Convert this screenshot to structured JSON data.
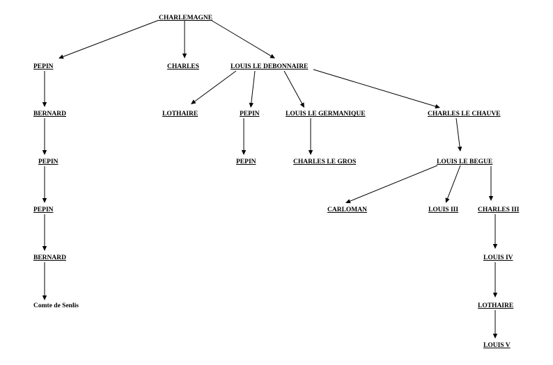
{
  "tree": {
    "nodes": [
      {
        "id": "charlemagne",
        "label": "CHARLEMAGNE",
        "underline": true
      },
      {
        "id": "pepin-1",
        "label": "PEPIN",
        "underline": true
      },
      {
        "id": "charles-1",
        "label": "CHARLES",
        "underline": true
      },
      {
        "id": "louis-le-debonnaire",
        "label": "LOUIS LE DEBONNAIRE",
        "underline": true
      },
      {
        "id": "bernard-1",
        "label": "BERNARD",
        "underline": true
      },
      {
        "id": "lothaire-1",
        "label": "LOTHAIRE",
        "underline": true
      },
      {
        "id": "pepin-2",
        "label": "PEPIN",
        "underline": true
      },
      {
        "id": "louis-le-germanique",
        "label": "LOUIS LE GERMANIQUE",
        "underline": true
      },
      {
        "id": "charles-le-chauve",
        "label": "CHARLES LE CHAUVE",
        "underline": true
      },
      {
        "id": "pepin-3",
        "label": "PEPIN",
        "underline": true
      },
      {
        "id": "pepin-4",
        "label": "PEPIN",
        "underline": true
      },
      {
        "id": "charles-le-gros",
        "label": "CHARLES LE GROS",
        "underline": true
      },
      {
        "id": "louis-le-begue",
        "label": "LOUIS LE BEGUE",
        "underline": true
      },
      {
        "id": "pepin-5",
        "label": "PEPIN",
        "underline": true
      },
      {
        "id": "carloman",
        "label": "CARLOMAN",
        "underline": true
      },
      {
        "id": "louis-iii",
        "label": "LOUIS III",
        "underline": true
      },
      {
        "id": "charles-iii",
        "label": "CHARLES III",
        "underline": true
      },
      {
        "id": "bernard-2",
        "label": "BERNARD",
        "underline": true
      },
      {
        "id": "louis-iv",
        "label": "LOUIS IV",
        "underline": true
      },
      {
        "id": "comte-de-senlis",
        "label": "Comte de Senlis",
        "underline": false
      },
      {
        "id": "lothaire-2",
        "label": "LOTHAIRE",
        "underline": true
      },
      {
        "id": "louis-v",
        "label": "LOUIS V",
        "underline": true
      }
    ],
    "edges": [
      {
        "from": "charlemagne",
        "to": "pepin-1"
      },
      {
        "from": "charlemagne",
        "to": "charles-1"
      },
      {
        "from": "charlemagne",
        "to": "louis-le-debonnaire"
      },
      {
        "from": "pepin-1",
        "to": "bernard-1"
      },
      {
        "from": "louis-le-debonnaire",
        "to": "lothaire-1"
      },
      {
        "from": "louis-le-debonnaire",
        "to": "pepin-2"
      },
      {
        "from": "louis-le-debonnaire",
        "to": "louis-le-germanique"
      },
      {
        "from": "louis-le-debonnaire",
        "to": "charles-le-chauve"
      },
      {
        "from": "bernard-1",
        "to": "pepin-3"
      },
      {
        "from": "pepin-2",
        "to": "pepin-4"
      },
      {
        "from": "louis-le-germanique",
        "to": "charles-le-gros"
      },
      {
        "from": "charles-le-chauve",
        "to": "louis-le-begue"
      },
      {
        "from": "pepin-3",
        "to": "pepin-5"
      },
      {
        "from": "louis-le-begue",
        "to": "carloman"
      },
      {
        "from": "louis-le-begue",
        "to": "louis-iii"
      },
      {
        "from": "louis-le-begue",
        "to": "charles-iii"
      },
      {
        "from": "pepin-5",
        "to": "bernard-2"
      },
      {
        "from": "charles-iii",
        "to": "louis-iv"
      },
      {
        "from": "bernard-2",
        "to": "comte-de-senlis"
      },
      {
        "from": "louis-iv",
        "to": "lothaire-2"
      },
      {
        "from": "lothaire-2",
        "to": "louis-v"
      }
    ]
  }
}
